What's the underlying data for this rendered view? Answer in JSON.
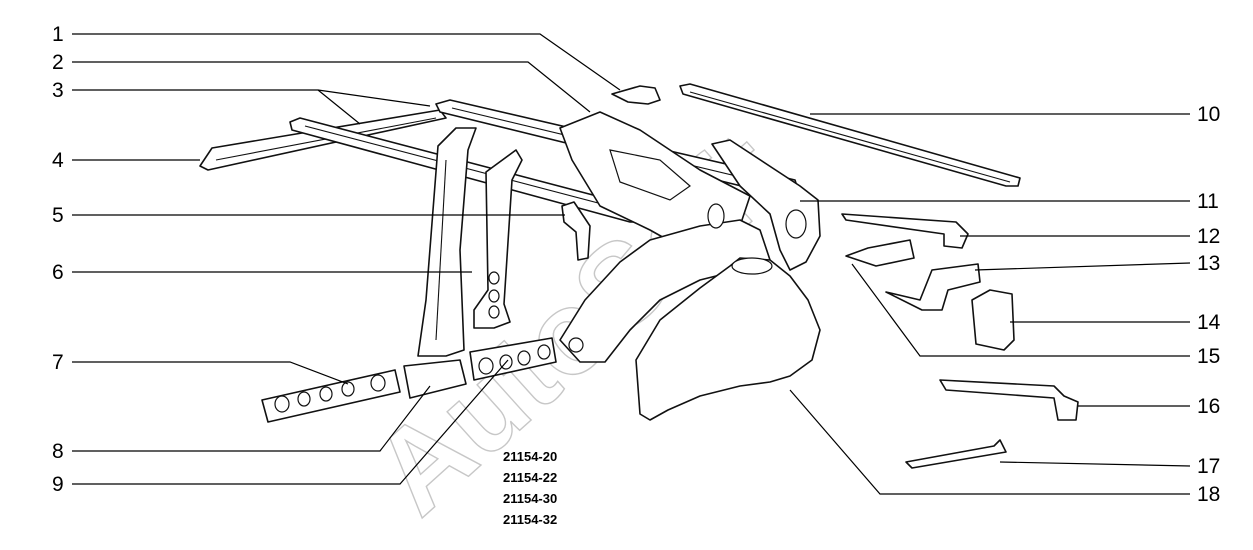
{
  "callouts": [
    {
      "label": "1"
    },
    {
      "label": "2"
    },
    {
      "label": "3"
    },
    {
      "label": "4"
    },
    {
      "label": "5"
    },
    {
      "label": "6"
    },
    {
      "label": "7"
    },
    {
      "label": "8"
    },
    {
      "label": "9"
    },
    {
      "label": "10"
    },
    {
      "label": "11"
    },
    {
      "label": "12"
    },
    {
      "label": "13"
    },
    {
      "label": "14"
    },
    {
      "label": "15"
    },
    {
      "label": "16"
    },
    {
      "label": "17"
    },
    {
      "label": "18"
    }
  ],
  "model_codes": [
    "21154-20",
    "21154-22",
    "21154-30",
    "21154-32"
  ],
  "watermark": "AutoSoft"
}
